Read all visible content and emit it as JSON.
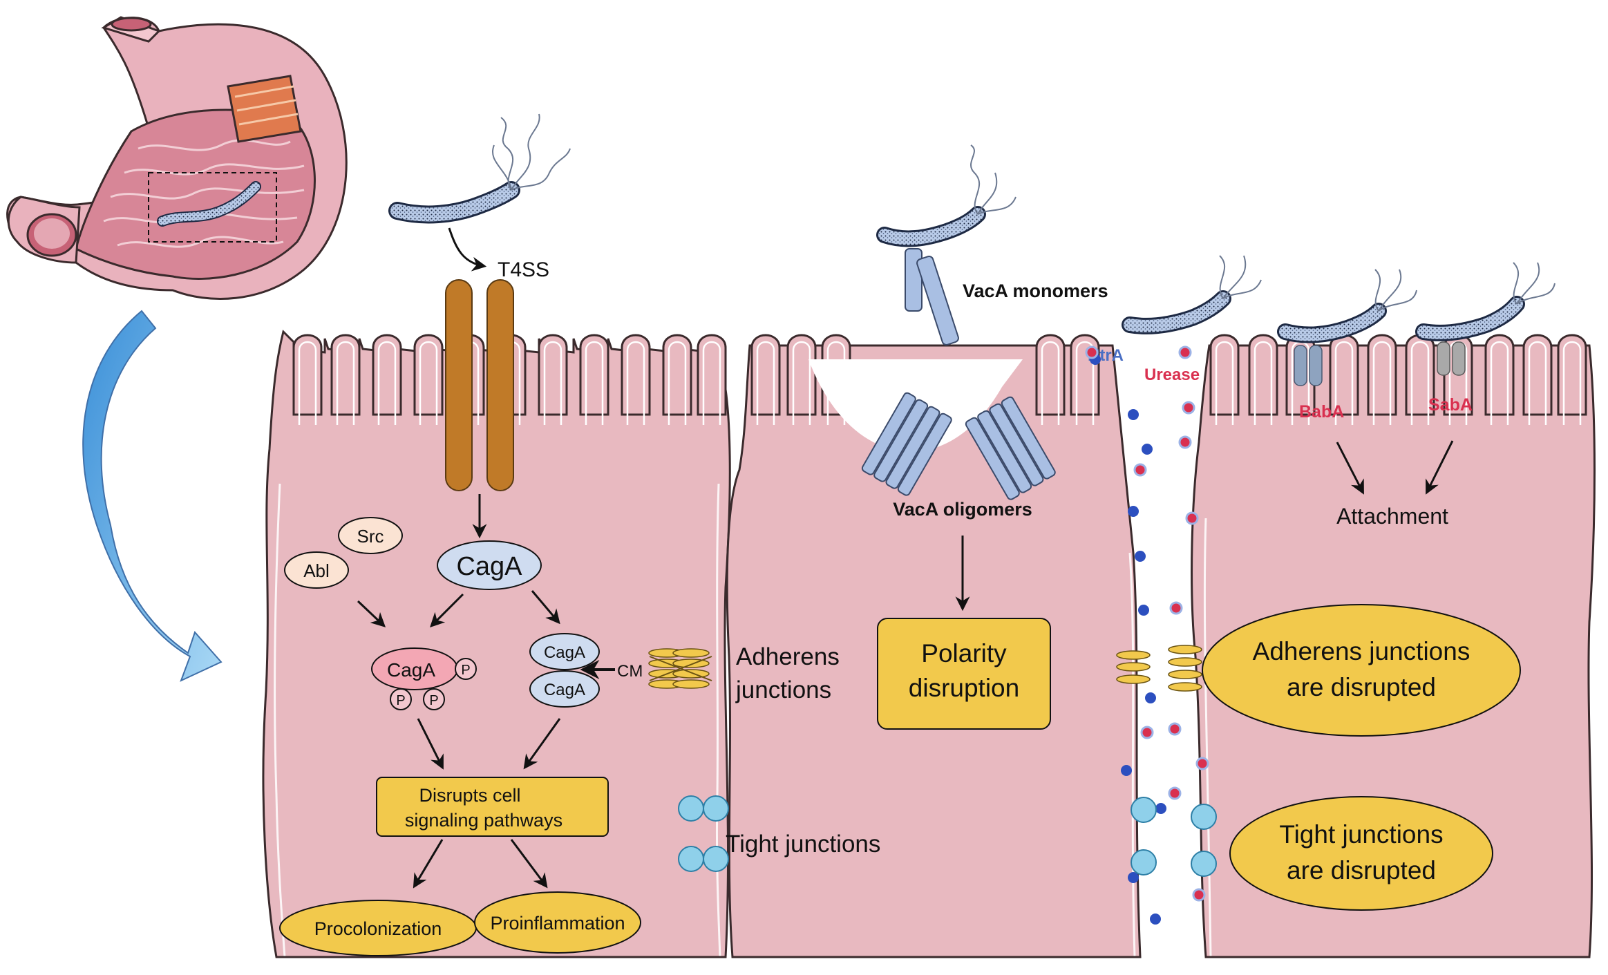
{
  "labels": {
    "t4ss": "T4SS",
    "vaca_monomers": "VacA monomers",
    "vaca_oligomers": "VacA oligomers",
    "htra": "HtrA",
    "urease": "Urease",
    "baba": "BabA",
    "saba": "SabA",
    "attachment": "Attachment",
    "src": "Src",
    "abl": "Abl",
    "caga_main": "CagA",
    "caga_phospho": "CagA",
    "phospho_p": "P",
    "caga_upper": "CagA",
    "caga_lower": "CagA",
    "cm": "CM",
    "adherens_line1": "Adherens",
    "adherens_line2": "junctions",
    "tight_junctions": "Tight junctions",
    "polarity_line1": "Polarity",
    "polarity_line2": "disruption",
    "adherens_disrupted_line1": "Adherens junctions",
    "adherens_disrupted_line2": "are disrupted",
    "tight_disrupted_line1": "Tight junctions",
    "tight_disrupted_line2": "are disrupted",
    "disrupts_line1": "Disrupts cell",
    "disrupts_line2": "signaling pathways",
    "procolonization": "Procolonization",
    "proinflammation": "Proinflammation"
  },
  "colors": {
    "cell_fill": "#e8b9c0",
    "cell_stroke": "#3a2a2c",
    "stomach_fill": "#eab6c0",
    "mucosa_fill": "#d98a9a",
    "t4ss_fill": "#c07a28",
    "vaca_fill": "#a9bfe3",
    "yellow_box": "#f2c94c",
    "arrow_blue": "#6db3e8",
    "tight_junction": "#8fd0ea",
    "dot_blue": "#2c4fbf",
    "dot_red": "#d9304f",
    "label_red": "#d9304f",
    "label_blue": "#4a6fc4"
  }
}
